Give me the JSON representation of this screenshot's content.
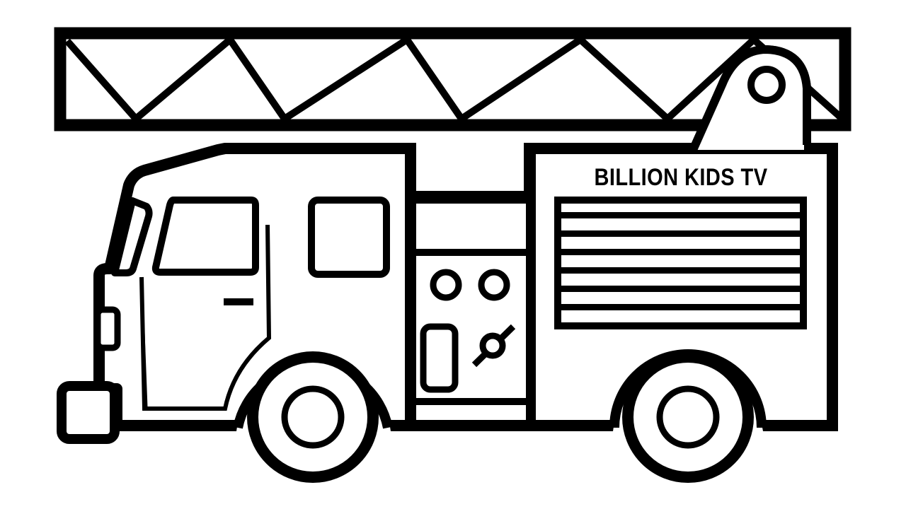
{
  "illustration": {
    "subject": "fire truck coloring page",
    "background_color": "#ffffff",
    "line_color": "#000000",
    "side_panel_text": "BILLION KIDS TV"
  },
  "parts": {
    "ladder": "ladder-truss",
    "ladder_mount": "ladder-mount-bracket",
    "cab": "cab",
    "front_window": "front-window",
    "side_window": "side-window",
    "door_handle": "door-handle",
    "bumper": "front-bumper",
    "headlight": "headlight",
    "control_panel_knobs": 2,
    "vent_slots": 7,
    "wheels": 2
  }
}
